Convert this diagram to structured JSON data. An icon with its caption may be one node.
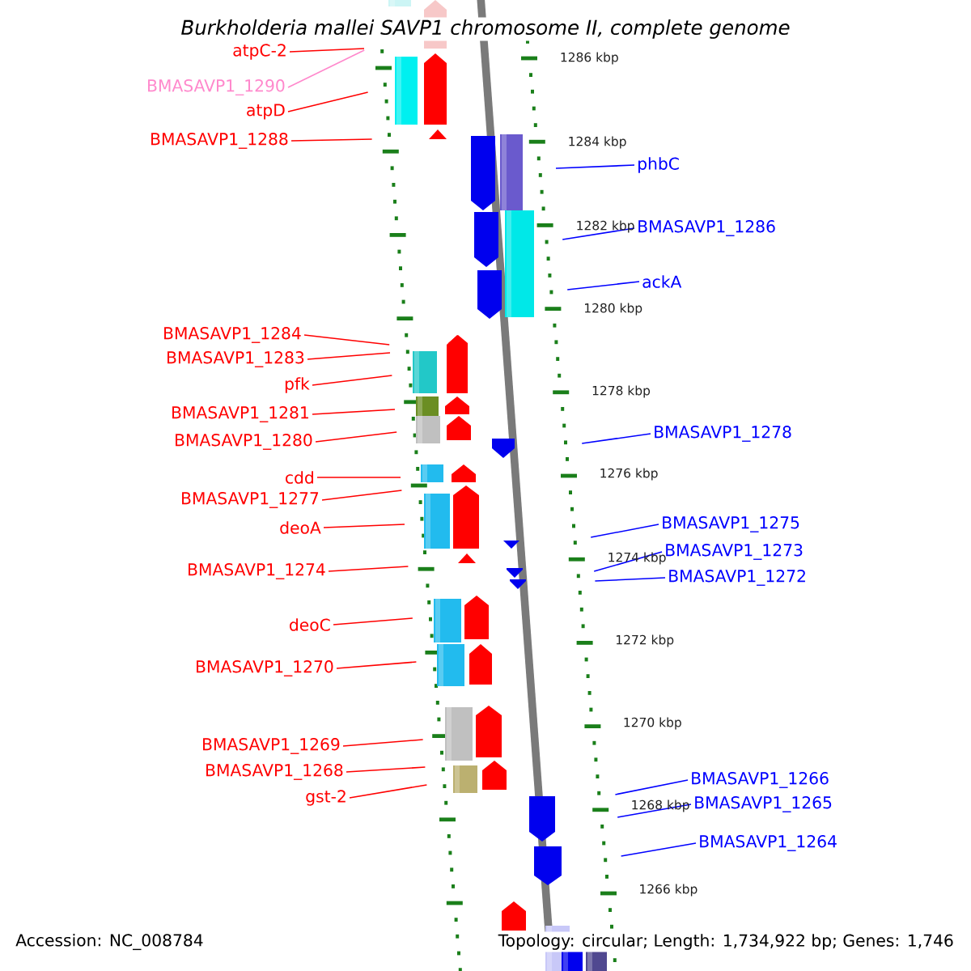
{
  "diagram": {
    "title": "Burkholderia mallei SAVP1 chromosome II, complete genome",
    "nodes": [
      {
        "text": [
          "atpC-2"
        ]
      },
      {
        "text": [
          "BMASAVP1_1290"
        ]
      },
      {
        "text": [
          "atpD"
        ]
      },
      {
        "text": [
          "BMASAVP1_1288"
        ]
      },
      {
        "text": [
          "BMASAVP1_1284"
        ]
      },
      {
        "text": [
          "BMASAVP1_1283"
        ]
      },
      {
        "text": [
          "pfk"
        ]
      },
      {
        "text": [
          "BMASAVP1_1281"
        ]
      },
      {
        "text": [
          "BMASAVP1_1280"
        ]
      },
      {
        "text": [
          "cdd"
        ]
      },
      {
        "text": [
          "BMASAVP1_1277"
        ]
      },
      {
        "text": [
          "deoA"
        ]
      },
      {
        "text": [
          "BMASAVP1_1274"
        ]
      },
      {
        "text": [
          "deoC"
        ]
      },
      {
        "text": [
          "BMASAVP1_1270"
        ]
      },
      {
        "text": [
          "BMASAVP1_1269"
        ]
      },
      {
        "text": [
          "BMASAVP1_1268"
        ]
      },
      {
        "text": [
          "gst-2"
        ]
      },
      {
        "text": [
          "phbC"
        ]
      },
      {
        "text": [
          "BMASAVP1_1286"
        ]
      },
      {
        "text": [
          "ackA"
        ]
      },
      {
        "text": [
          "BMASAVP1_1278"
        ]
      },
      {
        "text": [
          "BMASAVP1_1275"
        ]
      },
      {
        "text": [
          "BMASAVP1_1273"
        ]
      },
      {
        "text": [
          "BMASAVP1_1272"
        ]
      },
      {
        "text": [
          "BMASAVP1_1266"
        ]
      },
      {
        "text": [
          "BMASAVP1_1265"
        ]
      },
      {
        "text": [
          "BMASAVP1_1264"
        ]
      }
    ],
    "edges": [
      {
        "from": 0,
        "to": null,
        "arrow": "none"
      },
      {
        "from": 1,
        "to": null,
        "arrow": "none",
        "color": "#ff88cc"
      },
      {
        "from": 2,
        "to": null,
        "arrow": "none"
      },
      {
        "from": 3,
        "to": null,
        "arrow": "none"
      },
      {
        "from": 4,
        "to": null,
        "arrow": "none"
      },
      {
        "from": 5,
        "to": null,
        "arrow": "none"
      },
      {
        "from": 6,
        "to": null,
        "arrow": "none"
      },
      {
        "from": 7,
        "to": null,
        "arrow": "none"
      },
      {
        "from": 8,
        "to": null,
        "arrow": "none"
      },
      {
        "from": 9,
        "to": null,
        "arrow": "none"
      },
      {
        "from": 10,
        "to": null,
        "arrow": "none"
      },
      {
        "from": 11,
        "to": null,
        "arrow": "none"
      },
      {
        "from": 12,
        "to": null,
        "arrow": "none"
      },
      {
        "from": 13,
        "to": null,
        "arrow": "none"
      },
      {
        "from": 14,
        "to": null,
        "arrow": "none"
      },
      {
        "from": 15,
        "to": null,
        "arrow": "none"
      },
      {
        "from": 16,
        "to": null,
        "arrow": "none"
      },
      {
        "from": 17,
        "to": null,
        "arrow": "none"
      },
      {
        "from": 18,
        "to": null,
        "arrow": "none",
        "color": "#0000ff"
      },
      {
        "from": 19,
        "to": null,
        "arrow": "none",
        "color": "#0000ff"
      },
      {
        "from": 20,
        "to": null,
        "arrow": "none",
        "color": "#0000ff"
      },
      {
        "from": 21,
        "to": null,
        "arrow": "none",
        "color": "#0000ff"
      },
      {
        "from": 22,
        "to": null,
        "arrow": "none",
        "color": "#0000ff"
      },
      {
        "from": 23,
        "to": null,
        "arrow": "none",
        "color": "#0000ff"
      },
      {
        "from": 24,
        "to": null,
        "arrow": "none",
        "color": "#0000ff"
      },
      {
        "from": 25,
        "to": null,
        "arrow": "none",
        "color": "#0000ff"
      },
      {
        "from": 26,
        "to": null,
        "arrow": "none",
        "color": "#0000ff"
      },
      {
        "from": 27,
        "to": null,
        "arrow": "none",
        "color": "#0000ff"
      }
    ],
    "labels": [
      "1286 kbp",
      "1284 kbp",
      "1282 kbp",
      "1280 kbp",
      "1278 kbp",
      "1276 kbp",
      "1274 kbp",
      "1272 kbp",
      "1270 kbp",
      "1268 kbp",
      "1266 kbp",
      "Accession: NC_008784",
      "Topology: circular; Length: 1,734,922 bp; Genes: 1,746"
    ]
  }
}
